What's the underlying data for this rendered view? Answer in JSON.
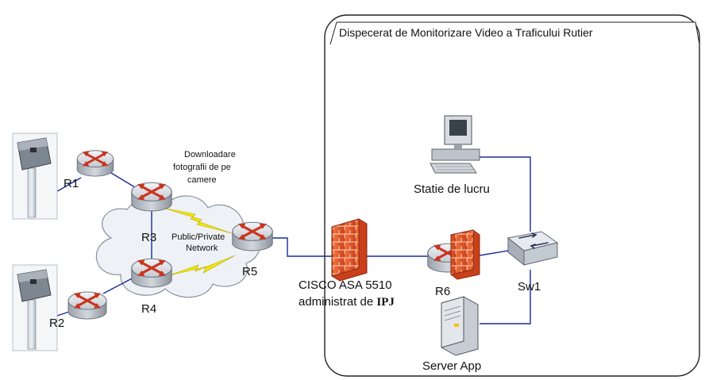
{
  "diagram": {
    "dispatch_title": "Dispecerat de Monitorizare Video a Traficului Rutier",
    "cloud_caption": [
      "Downloadare",
      "fotografii de pe",
      "camere"
    ],
    "network_label": [
      "Public/Private",
      "Network"
    ],
    "routers": {
      "r1": "R1",
      "r2": "R2",
      "r3": "R3",
      "r4": "R4",
      "r5": "R5",
      "r6": "R6"
    },
    "switch_label": "Sw1",
    "firewall_label_line1": "CISCO ASA 5510",
    "firewall_label_line2_prefix": "administrat de ",
    "firewall_label_line2_bold": "IPJ",
    "workstation_label": "Statie de lucru",
    "server_label": "Server App"
  },
  "colors": {
    "link_blue": "#1a2b9c",
    "lightning": "#f2e600",
    "router_face": "#d9dde3",
    "router_arrow": "#d0402a",
    "firewall": "#e8562a",
    "cloud": "#eef2f6"
  },
  "icons": {
    "router": "router-icon",
    "camera": "camera-pole-icon",
    "firewall": "firewall-icon",
    "switch": "switch-icon",
    "workstation": "workstation-icon",
    "server": "server-icon",
    "cloud": "cloud-icon",
    "lightning": "lightning-icon"
  }
}
